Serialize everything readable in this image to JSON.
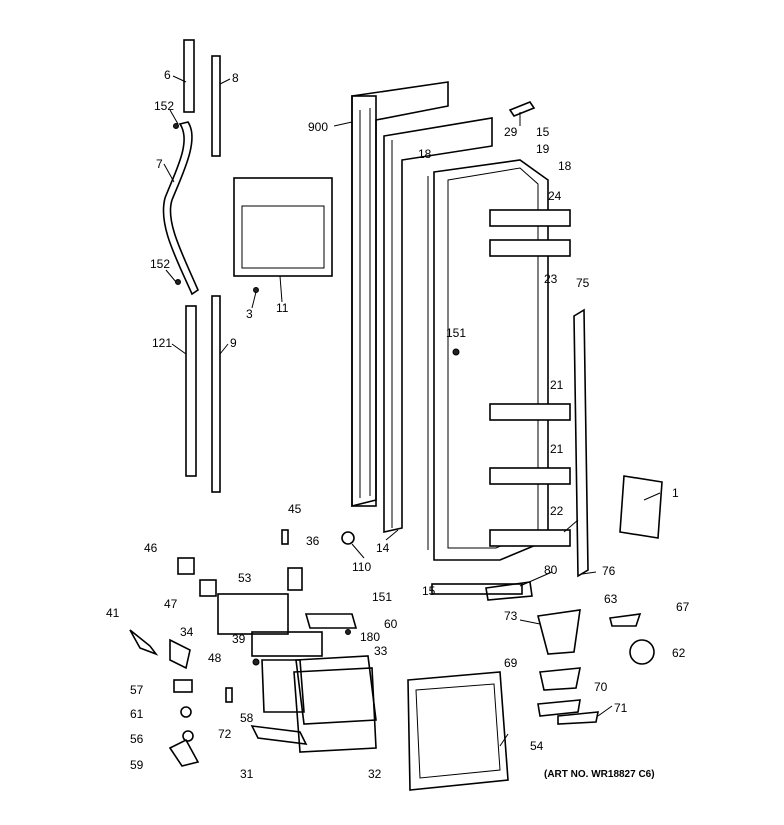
{
  "art_number": "(ART NO. WR18827 C6)",
  "callouts": [
    "6",
    "8",
    "152",
    "7",
    "152",
    "3",
    "11",
    "121",
    "9",
    "900",
    "29",
    "15",
    "19",
    "18",
    "18",
    "24",
    "23",
    "75",
    "151",
    "21",
    "21",
    "22",
    "1",
    "14",
    "110",
    "45",
    "36",
    "46",
    "53",
    "47",
    "15",
    "80",
    "76",
    "41",
    "34",
    "151",
    "60",
    "73",
    "63",
    "67",
    "39",
    "180",
    "33",
    "62",
    "48",
    "69",
    "57",
    "70",
    "61",
    "58",
    "72",
    "71",
    "56",
    "54",
    "59",
    "31",
    "32"
  ]
}
